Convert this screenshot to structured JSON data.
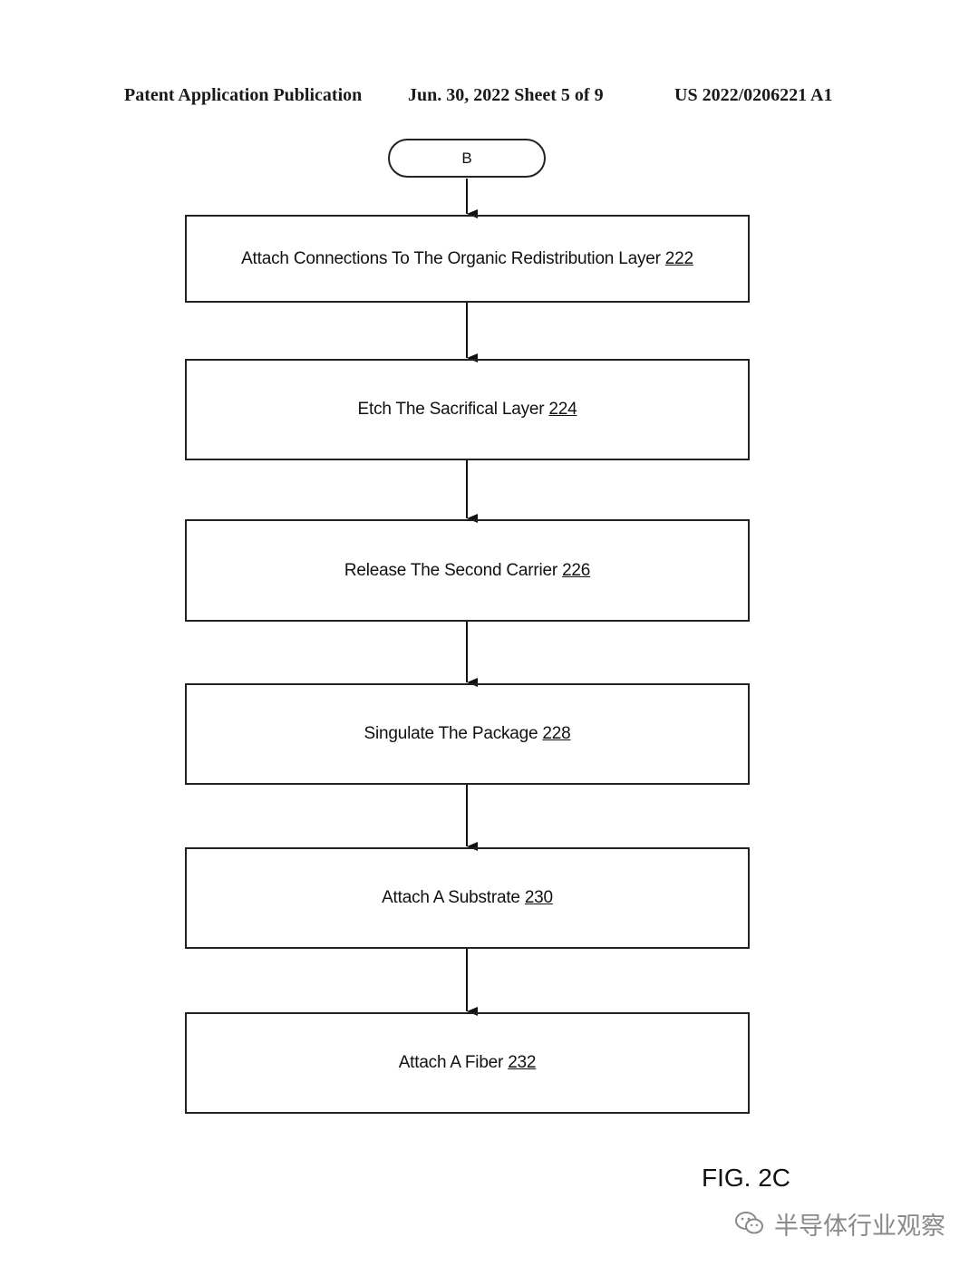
{
  "header": {
    "left": "Patent Application Publication",
    "middle": "Jun. 30, 2022  Sheet 5 of 9",
    "right": "US 2022/0206221 A1"
  },
  "flowchart": {
    "terminal_label": "B",
    "steps": [
      {
        "text": "Attach Connections To The Organic Redistribution Layer",
        "ref": "222"
      },
      {
        "text": "Etch The Sacrifical Layer",
        "ref": "224"
      },
      {
        "text": "Release The Second Carrier",
        "ref": "226"
      },
      {
        "text": "Singulate The Package",
        "ref": "228"
      },
      {
        "text": "Attach A Substrate",
        "ref": "230"
      },
      {
        "text": "Attach A Fiber",
        "ref": "232"
      }
    ]
  },
  "figure_label": "FIG. 2C",
  "watermark": {
    "text": "半导体行业观察",
    "icon": "wechat-icon"
  }
}
